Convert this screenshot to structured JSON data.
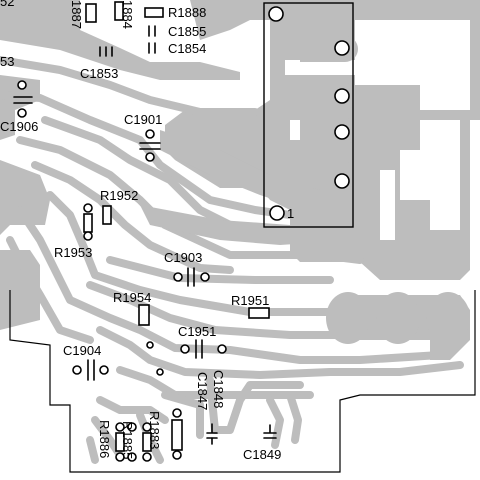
{
  "board": {
    "colors": {
      "background": "#ffffff",
      "copper": "#bdbdbd",
      "silkscreen": "#000000"
    },
    "components": [
      {
        "ref": "R1888",
        "kind": "resistor"
      },
      {
        "ref": "C1855",
        "kind": "capacitor"
      },
      {
        "ref": "C1854",
        "kind": "capacitor"
      },
      {
        "ref": "C1853",
        "kind": "capacitor"
      },
      {
        "ref": "C1901",
        "kind": "capacitor"
      },
      {
        "ref": "C1906",
        "kind": "capacitor"
      },
      {
        "ref": "R1952",
        "kind": "resistor"
      },
      {
        "ref": "R1953",
        "kind": "resistor"
      },
      {
        "ref": "C1903",
        "kind": "capacitor"
      },
      {
        "ref": "R1954",
        "kind": "resistor"
      },
      {
        "ref": "R1951",
        "kind": "resistor"
      },
      {
        "ref": "C1951",
        "kind": "capacitor"
      },
      {
        "ref": "C1904",
        "kind": "capacitor"
      },
      {
        "ref": "C1848",
        "kind": "capacitor"
      },
      {
        "ref": "C1847",
        "kind": "capacitor"
      },
      {
        "ref": "C1849",
        "kind": "capacitor"
      },
      {
        "ref": "R1883",
        "kind": "resistor"
      },
      {
        "ref": "R1885",
        "kind": "resistor"
      },
      {
        "ref": "R1886",
        "kind": "resistor"
      },
      {
        "ref": "1887",
        "kind": "resistor"
      },
      {
        "ref": "1884",
        "kind": "resistor"
      },
      {
        "ref": "53",
        "kind": "capacitor"
      },
      {
        "ref": "52",
        "kind": "capacitor"
      }
    ],
    "connector": {
      "pin1_label": "1",
      "pin_count": 6
    }
  }
}
